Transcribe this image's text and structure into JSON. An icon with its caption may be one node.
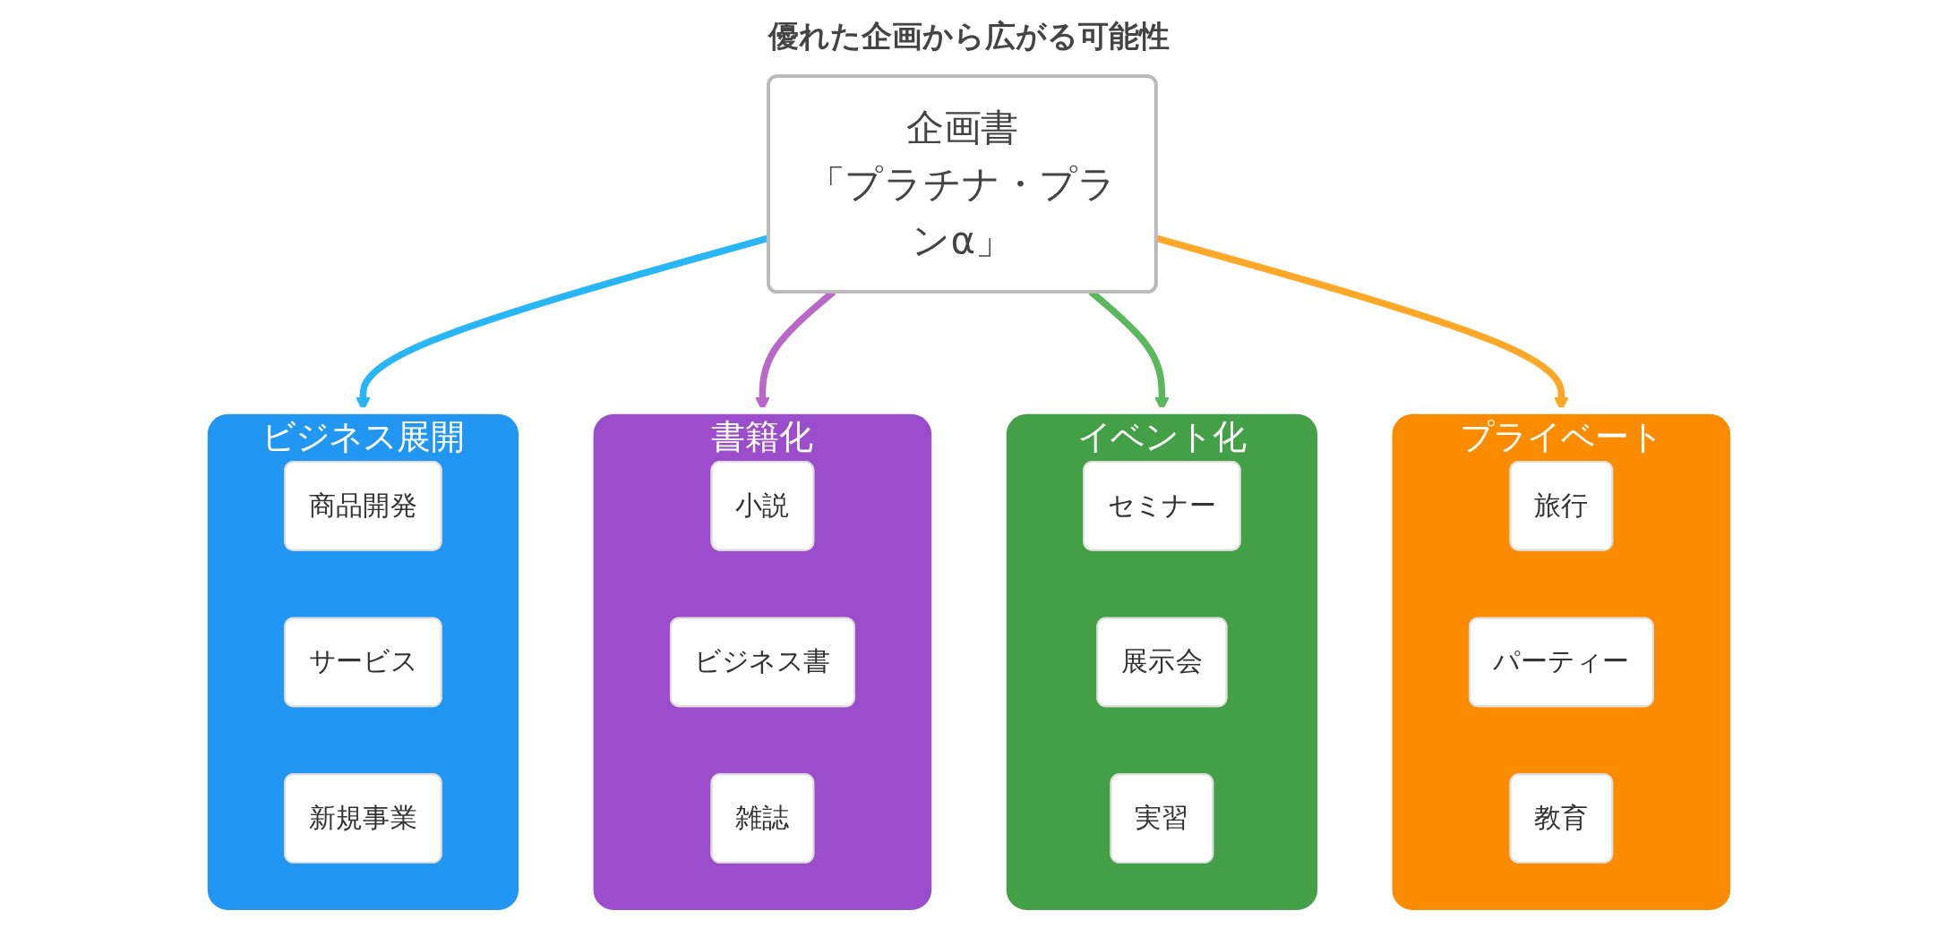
{
  "diagram": {
    "title": "優れた企画から広がる可能性",
    "nodes": [
      {
        "text": [
          "企画書",
          "「プラチナ・プランα」"
        ]
      },
      {
        "text": [
          "ビジネス展開"
        ]
      },
      {
        "text": [
          "商品開発"
        ],
        "in": 1
      },
      {
        "text": [
          "サービス"
        ],
        "in": 1
      },
      {
        "text": [
          "新規事業"
        ],
        "in": 1
      },
      {
        "text": [
          "書籍化"
        ]
      },
      {
        "text": [
          "小説"
        ],
        "in": 5
      },
      {
        "text": [
          "ビジネス書"
        ],
        "in": 5
      },
      {
        "text": [
          "雑誌"
        ],
        "in": 5
      },
      {
        "text": [
          "イベント化"
        ]
      },
      {
        "text": [
          "セミナー"
        ],
        "in": 9
      },
      {
        "text": [
          "展示会"
        ],
        "in": 9
      },
      {
        "text": [
          "実習"
        ],
        "in": 9
      },
      {
        "text": [
          "プライベート"
        ]
      },
      {
        "text": [
          "旅行"
        ],
        "in": 13
      },
      {
        "text": [
          "パーティー"
        ],
        "in": 13
      },
      {
        "text": [
          "教育"
        ],
        "in": 13
      }
    ],
    "edges": [
      {
        "from": 0,
        "to": 1,
        "arrow": "to",
        "color": "#29b6f6"
      },
      {
        "from": 0,
        "to": 5,
        "arrow": "to",
        "color": "#ba68c8"
      },
      {
        "from": 0,
        "to": 9,
        "arrow": "to",
        "color": "#5cb85c"
      },
      {
        "from": 0,
        "to": 13,
        "arrow": "to",
        "color": "#ffa726"
      }
    ]
  }
}
